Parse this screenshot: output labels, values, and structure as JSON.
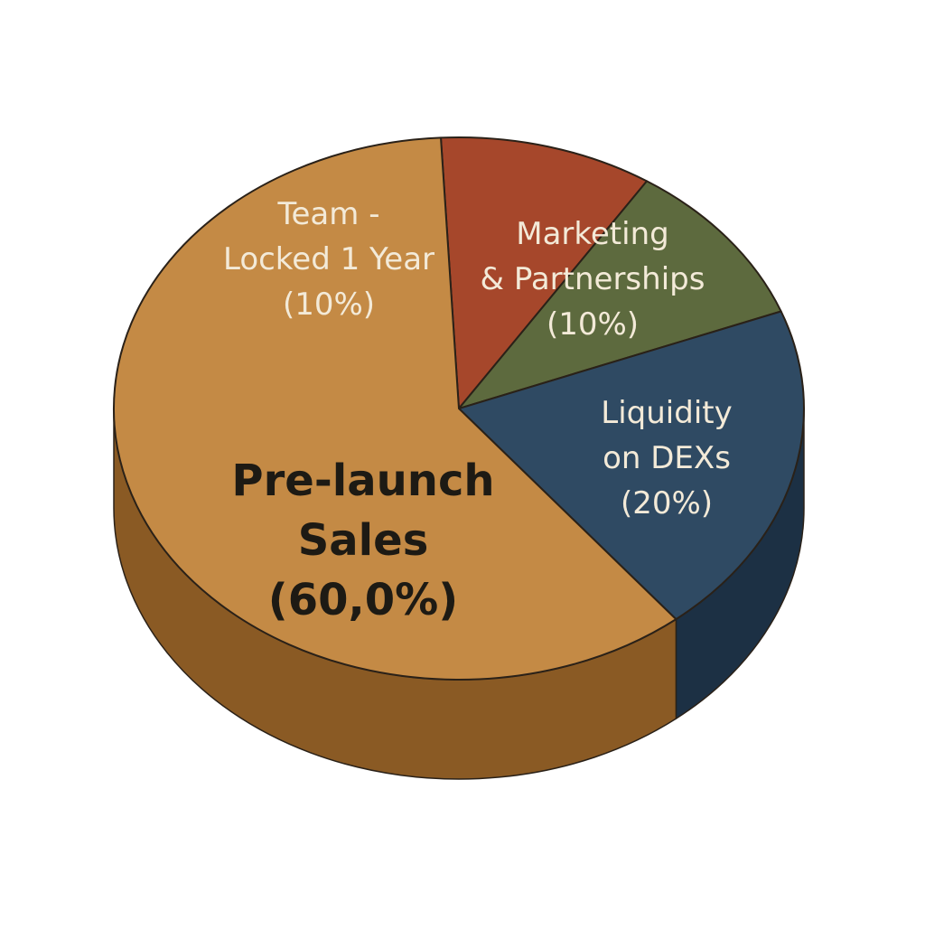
{
  "chart_data": {
    "type": "pie",
    "style": "3d",
    "slices": [
      {
        "key": "team",
        "label_lines": [
          "Team -",
          "Locked 1 Year",
          "(10%)"
        ],
        "value": 10,
        "color": "#a6472b",
        "side_color": "#7a2f1c"
      },
      {
        "key": "marketing",
        "label_lines": [
          "Marketing",
          "& Partnerships",
          "(10%)"
        ],
        "value": 10,
        "color": "#5d6a3e",
        "side_color": "#3f4a28"
      },
      {
        "key": "liquidity",
        "label_lines": [
          "Liquidity",
          "on DEXs",
          "(20%)"
        ],
        "value": 20,
        "color": "#2f4a63",
        "side_color": "#1c3044"
      },
      {
        "key": "presale",
        "label_lines": [
          "Pre-launch",
          "Sales",
          "(60,0%)"
        ],
        "value": 60,
        "color": "#c48a45",
        "side_color": "#8a5a24"
      }
    ]
  }
}
